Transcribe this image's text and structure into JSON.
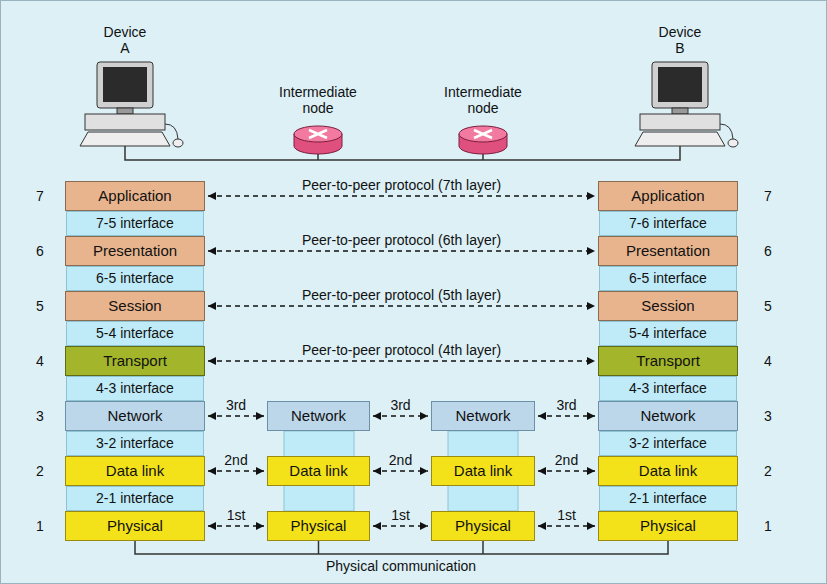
{
  "diagram": {
    "nodes": [
      {
        "text": [
          "Application"
        ]
      },
      {
        "text": [
          "7-5 interface"
        ]
      },
      {
        "text": [
          "Presentation"
        ]
      },
      {
        "text": [
          "6-5 interface"
        ]
      },
      {
        "text": [
          "Session"
        ]
      },
      {
        "text": [
          "5-4 interface"
        ]
      },
      {
        "text": [
          "Transport"
        ]
      },
      {
        "text": [
          "4-3 interface"
        ]
      },
      {
        "text": [
          "Network"
        ]
      },
      {
        "text": [
          "3-2 interface"
        ]
      },
      {
        "text": [
          "Data link"
        ]
      },
      {
        "text": [
          "2-1 interface"
        ]
      },
      {
        "text": [
          "Physical"
        ]
      },
      {
        "text": [
          "Network"
        ]
      },
      {
        "text": [
          "Data link"
        ]
      },
      {
        "text": [
          "Physical"
        ]
      },
      {
        "text": [
          "Network"
        ]
      },
      {
        "text": [
          "Data link"
        ]
      },
      {
        "text": [
          "Physical"
        ]
      },
      {
        "text": [
          "Application"
        ]
      },
      {
        "text": [
          "7-6 interface"
        ]
      },
      {
        "text": [
          "Presentation"
        ]
      },
      {
        "text": [
          "6-5 interface"
        ]
      },
      {
        "text": [
          "Session"
        ]
      },
      {
        "text": [
          "5-4 interface"
        ]
      },
      {
        "text": [
          "Transport"
        ]
      },
      {
        "text": [
          "4-3 interface"
        ]
      },
      {
        "text": [
          "Network"
        ]
      },
      {
        "text": [
          "3-2 interface"
        ]
      },
      {
        "text": [
          "Data link"
        ]
      },
      {
        "text": [
          "2-1 interface"
        ]
      },
      {
        "text": [
          "Physical"
        ]
      }
    ],
    "edges": [
      {
        "from": 0,
        "to": 19,
        "arrow": "both",
        "label": "Peer-to-peer protocol (7th layer)"
      },
      {
        "from": 2,
        "to": 21,
        "arrow": "both",
        "label": "Peer-to-peer protocol (6th layer)"
      },
      {
        "from": 4,
        "to": 23,
        "arrow": "both",
        "label": "Peer-to-peer protocol (5th layer)"
      },
      {
        "from": 6,
        "to": 25,
        "arrow": "both",
        "label": "Peer-to-peer protocol (4th layer)"
      },
      {
        "from": 8,
        "to": 13,
        "arrow": "both",
        "label": "3rd"
      },
      {
        "from": 13,
        "to": 16,
        "arrow": "both",
        "label": "3rd"
      },
      {
        "from": 16,
        "to": 27,
        "arrow": "both",
        "label": "3rd"
      },
      {
        "from": 10,
        "to": 14,
        "arrow": "both",
        "label": "2nd"
      },
      {
        "from": 14,
        "to": 17,
        "arrow": "both",
        "label": "2nd"
      },
      {
        "from": 17,
        "to": 29,
        "arrow": "both",
        "label": "2nd"
      },
      {
        "from": 12,
        "to": 15,
        "arrow": "both",
        "label": "1st"
      },
      {
        "from": 15,
        "to": 18,
        "arrow": "both",
        "label": "1st"
      },
      {
        "from": 18,
        "to": 31,
        "arrow": "both",
        "label": "1st"
      }
    ],
    "labels": [
      "Device A",
      "Intermediate node",
      "Intermediate node",
      "Device B",
      "7",
      "6",
      "5",
      "4",
      "3",
      "2",
      "1",
      "7",
      "6",
      "5",
      "4",
      "3",
      "2",
      "1",
      "Physical communication"
    ]
  }
}
